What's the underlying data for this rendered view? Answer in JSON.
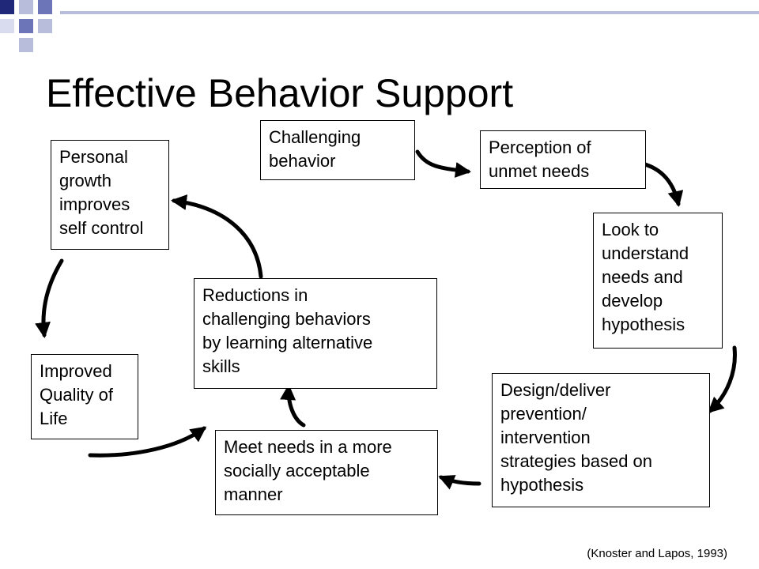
{
  "slide": {
    "title": "Effective Behavior Support",
    "citation": "(Knoster and Lapos, 1993)",
    "accent_colors": {
      "navy": "#20287a",
      "blue": "#6b75b8",
      "lavender": "#b8bddb",
      "light": "#d9dcef"
    }
  },
  "boxes": {
    "challenging": "Challenging\nbehavior",
    "perception": "Perception of\nunmet needs",
    "look_to": "Look to\nunderstand\nneeds and\ndevelop\nhypothesis",
    "design": "Design/deliver\nprevention/\nintervention\nstrategies based on\nhypothesis",
    "meet_needs": "Meet needs in a more\nsocially acceptable\nmanner",
    "reductions": "Reductions in\nchallenging behaviors\nby learning alternative\nskills",
    "personal_growth": "Personal\ngrowth\nimproves\nself control",
    "improved_quality": "Improved\nQuality of\nLife"
  }
}
